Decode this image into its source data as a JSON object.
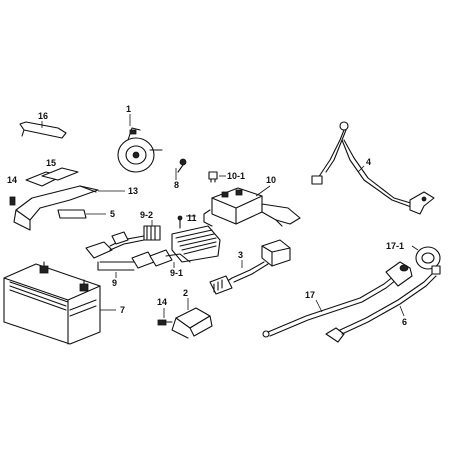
{
  "diagram": {
    "labels": {
      "p1": "1",
      "p2": "2",
      "p3": "3",
      "p4": "4",
      "p5": "5",
      "p6": "6",
      "p7": "7",
      "p8": "8",
      "p9": "9",
      "p9_1": "9-1",
      "p9_2": "9-2",
      "p10": "10",
      "p10_1": "10-1",
      "p11": "11",
      "p13": "13",
      "p14_a": "14",
      "p14_b": "14",
      "p15": "15",
      "p16": "16",
      "p17": "17",
      "p17_1": "17-1"
    }
  }
}
